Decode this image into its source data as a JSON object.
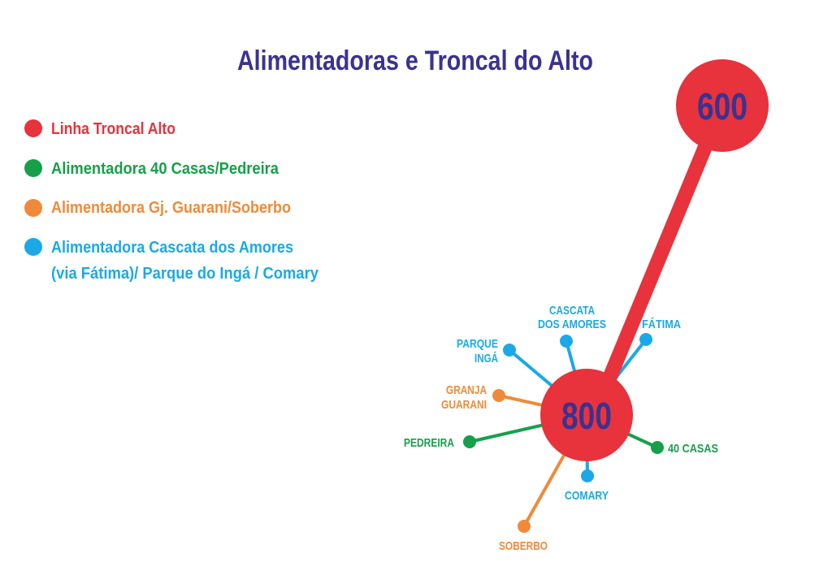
{
  "title": "Alimentadoras e Troncal do Alto",
  "colors": {
    "trunk": "#e8323c",
    "green": "#16a04a",
    "orange": "#ef8a3a",
    "blue": "#1aa9e6",
    "text": "#3b3290"
  },
  "legend": [
    {
      "label": "Linha Troncal Alto",
      "color": "#e8323c"
    },
    {
      "label": "Alimentadora 40 Casas/Pedreira",
      "color": "#16a04a"
    },
    {
      "label": "Alimentadora Gj. Guarani/Soberbo",
      "color": "#ef8a3a"
    },
    {
      "label_line1": "Alimentadora Cascata dos Amores",
      "label_line2": "(via Fátima)/ Parque do Ingá / Comary",
      "color": "#1aa9e6"
    }
  ],
  "terminals": {
    "upper": "600",
    "lower": "800"
  },
  "stops": {
    "parque_inga": [
      "PARQUE",
      "INGÁ"
    ],
    "cascata": [
      "CASCATA",
      "DOS AMORES"
    ],
    "fatima": "FÁTIMA",
    "granja_guarani": [
      "GRANJA",
      "GUARANI"
    ],
    "pedreira": "PEDREIRA",
    "quarenta_casas": "40 CASAS",
    "comary": "COMARY",
    "soberbo": "SOBERBO"
  }
}
